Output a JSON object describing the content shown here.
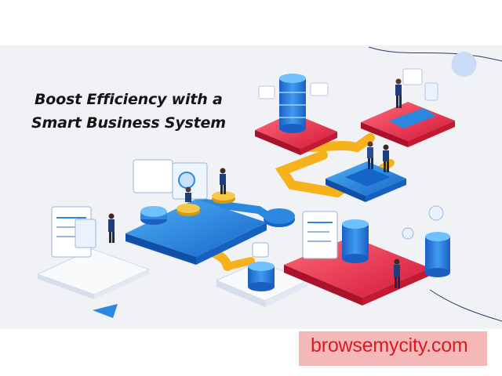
{
  "headline": {
    "line1": "Boost Efficiency with a",
    "line2": "Smart Business System"
  },
  "watermark": {
    "text": "browsemycity.com"
  },
  "colors": {
    "banner_background": "#f1f2f5",
    "path_orange": "#f5b21d",
    "platform_blue": "#2a88e0",
    "platform_red": "#e9344a",
    "database_blue": "#1e73d8",
    "watermark_bg": "#f4b8b8",
    "watermark_text": "#d81b23"
  },
  "icons": [
    "database-icon",
    "dashboard-screen-icon",
    "person-figure-icon",
    "coin-stack-icon",
    "connector-arrow-icon"
  ]
}
